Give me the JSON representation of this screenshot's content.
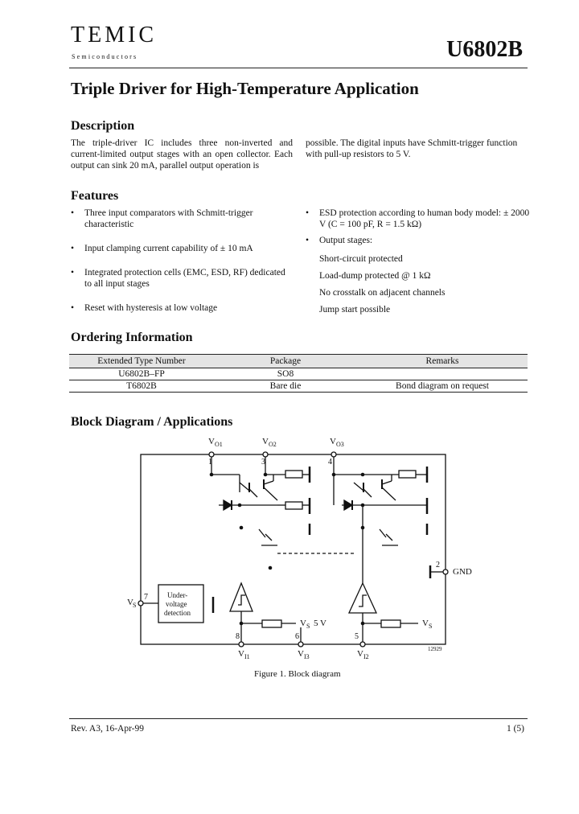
{
  "header": {
    "logo": "TEMIC",
    "logo_sub": "Semiconductors",
    "part_number": "U6802B"
  },
  "title": "Triple Driver for High-Temperature Application",
  "description": {
    "heading": "Description",
    "left_text": "The triple-driver IC includes three non-inverted and current-limited output stages with an open collector. Each output can sink 20 mA, parallel output operation is",
    "right_text": "possible. The digital inputs have Schmitt-trigger function with pull-up resistors to 5 V."
  },
  "features": {
    "heading": "Features",
    "bullet": "•",
    "left": [
      "Three input comparators with Schmitt-trigger characteristic",
      "Input clamping current capability of ± 10 mA",
      "Integrated protection cells (EMC, ESD, RF) dedicated to all input stages",
      "Reset with hysteresis at low voltage"
    ],
    "right_esd": "ESD protection according to human body model: ± 2000 V (C = 100 pF, R = 1.5 kΩ)",
    "right_output": "Output stages:",
    "right_sub": [
      "Short-circuit protected",
      "Load-dump protected @ 1 kΩ",
      "No crosstalk on adjacent channels",
      "Jump start possible"
    ]
  },
  "ordering": {
    "heading": "Ordering Information",
    "columns": [
      "Extended Type Number",
      "Package",
      "Remarks"
    ],
    "rows": [
      [
        "U6802B–FP",
        "SO8",
        ""
      ],
      [
        "T6802B",
        "Bare die",
        "Bond diagram on request"
      ]
    ]
  },
  "block": {
    "heading": "Block Diagram / Applications",
    "labels": {
      "vo1": "V",
      "vo1_sub": "O1",
      "vo2": "V",
      "vo2_sub": "O2",
      "vo3": "V",
      "vo3_sub": "O3",
      "pin1": "1",
      "pin3": "3",
      "pin4": "4",
      "pin2": "2",
      "pin7": "7",
      "pin8": "8",
      "pin6": "6",
      "pin5": "5",
      "gnd": "GND",
      "vs": "V",
      "vs_sub": "S",
      "vs5": "V",
      "vs5_sub": "S",
      "five_v": "5 V",
      "vs_r": "V",
      "vs_r_sub": "S",
      "vi1": "V",
      "vi1_sub": "I1",
      "vi3": "V",
      "vi3_sub": "I3",
      "vi2": "V",
      "vi2_sub": "I2",
      "under1": "Under-",
      "under2": "voltage",
      "under3": "detection",
      "fig_no": "12929"
    },
    "caption": "Figure 1. Block diagram"
  },
  "footer": {
    "revision": "Rev. A3, 16-Apr-99",
    "page": "1 (5)"
  }
}
